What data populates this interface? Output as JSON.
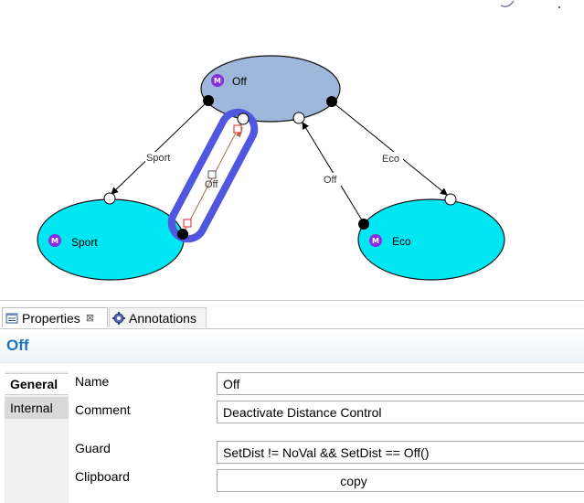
{
  "diagram": {
    "states": [
      {
        "id": "off",
        "label": "Off",
        "badge": "M",
        "color": "#9fb7db"
      },
      {
        "id": "sport",
        "label": "Sport",
        "badge": "M",
        "color": "#00e6f2"
      },
      {
        "id": "eco",
        "label": "Eco",
        "badge": "M",
        "color": "#00e6f2"
      }
    ],
    "transitions": [
      {
        "id": "off-to-sport",
        "label": "Sport"
      },
      {
        "id": "sport-to-off",
        "label": "Off",
        "selected": true
      },
      {
        "id": "eco-to-off",
        "label": "Off"
      },
      {
        "id": "off-to-eco",
        "label": "Eco"
      }
    ],
    "highlight_color": "#4f56e0"
  },
  "properties_view": {
    "tabs": [
      {
        "label": "Properties",
        "icon": "properties-icon",
        "active": true
      },
      {
        "label": "Annotations",
        "icon": "annotations-gear-icon",
        "active": false
      }
    ],
    "close_glyph": "⊠",
    "title": "Off",
    "section_tabs": [
      {
        "label": "General",
        "active": true
      },
      {
        "label": "Internal",
        "active": false
      }
    ],
    "fields": {
      "name": {
        "label": "Name",
        "value": "Off"
      },
      "comment": {
        "label": "Comment",
        "value": "Deactivate Distance Control"
      },
      "guard": {
        "label": "Guard",
        "value": "SetDist != NoVal && SetDist == Off()"
      },
      "clipboard": {
        "label": "Clipboard",
        "value": "copy"
      }
    }
  }
}
